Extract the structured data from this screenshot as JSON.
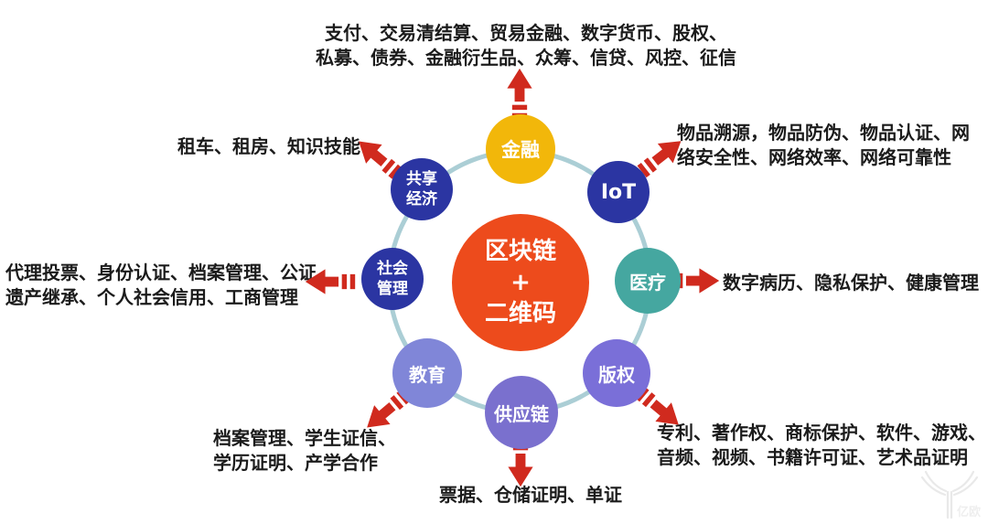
{
  "diagram": {
    "center": {
      "label": "区块链\n+\n二维码",
      "color": "#ed4b1c"
    },
    "ring_color": "#abced5",
    "arrow_color": "#d02a1e",
    "text_color": "#1b1b1b",
    "nodes": {
      "finance": {
        "label": "金融",
        "color": "#f2b70a",
        "note": "支付、交易清结算、贸易金融、数字货币、股权、\n私募、债券、金融衍生品、众筹、信贷、风控、征信"
      },
      "iot": {
        "label": "IoT",
        "color": "#2b35a2",
        "note": "物品溯源，物品防伪、物品认证、网\n络安全性、网络效率、网络可靠性"
      },
      "medical": {
        "label": "医疗",
        "color": "#45a7a0",
        "note": "数字病历、隐私保护、健康管理"
      },
      "copyright": {
        "label": "版权",
        "color": "#7a6fd8",
        "note": "专利、著作权、商标保护、软件、游戏、\n音频、视频、书籍许可证、艺术品证明"
      },
      "supply_chain": {
        "label": "供应链",
        "color": "#7a70ce",
        "note": "票据、仓储证明、单证"
      },
      "education": {
        "label": "教育",
        "color": "#8086d8",
        "note": "档案管理、学生证信、\n学历证明、产学合作"
      },
      "social_management": {
        "label": "社会\n管理",
        "color": "#2b35a2",
        "note": "代理投票、身份认证、档案管理、公证、\n遗产继承、个人社会信用、工商管理"
      },
      "sharing_economy": {
        "label": "共享\n经济",
        "color": "#2b35a2",
        "note": "租车、租房、知识技能"
      }
    },
    "watermark": "亿欧"
  }
}
